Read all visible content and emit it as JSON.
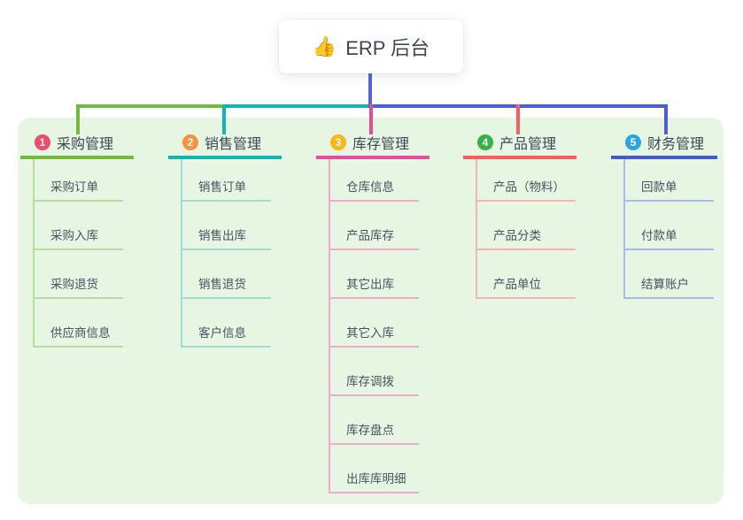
{
  "root": {
    "icon": "👍",
    "label": "ERP 后台"
  },
  "palette": {
    "page_background": "#ffffff",
    "panel_background": "#e7f5e3",
    "root_stem": "#5563d6",
    "title_text": "#3c4858",
    "child_text": "#49535f"
  },
  "branches": [
    {
      "number": "1",
      "title": "采购管理",
      "badge_color": "#ee4c6b",
      "line_color": "#76b73d",
      "child_line_color": "#b9dc9e",
      "children": [
        "采购订单",
        "采购入库",
        "采购退货",
        "供应商信息"
      ]
    },
    {
      "number": "2",
      "title": "销售管理",
      "badge_color": "#f8913f",
      "line_color": "#10b6af",
      "child_line_color": "#9edcd6",
      "children": [
        "销售订单",
        "销售出库",
        "销售退货",
        "客户信息"
      ]
    },
    {
      "number": "3",
      "title": "库存管理",
      "badge_color": "#fbb515",
      "line_color": "#e94b9d",
      "child_line_color": "#f3a8cd",
      "children": [
        "仓库信息",
        "产品库存",
        "其它出库",
        "其它入库",
        "库存调拨",
        "库存盘点",
        "出库库明细"
      ]
    },
    {
      "number": "4",
      "title": "产品管理",
      "badge_color": "#33b348",
      "line_color": "#f85e5e",
      "child_line_color": "#f9b1b1",
      "children": [
        "产品（物料）",
        "产品分类",
        "产品单位"
      ]
    },
    {
      "number": "5",
      "title": "财务管理",
      "badge_color": "#2ba7e0",
      "line_color": "#4459ce",
      "child_line_color": "#a8bbe8",
      "children": [
        "回款单",
        "付款单",
        "结算账户"
      ]
    }
  ]
}
